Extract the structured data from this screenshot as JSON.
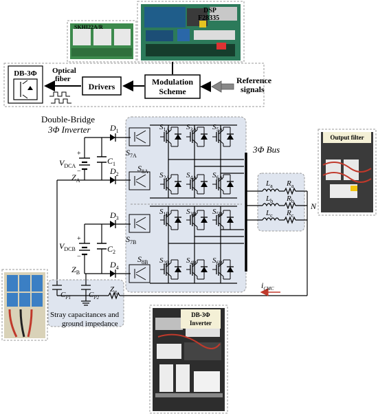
{
  "photos": {
    "dsp_label": "DSP",
    "dsp_model": "F28335",
    "driver_board_label": "SKHI22A/R",
    "output_filter_label": "Output filter",
    "inverter_photo_label_1": "DB-3Φ",
    "inverter_photo_label_2": "Inverter"
  },
  "control": {
    "db3phi_label": "DB-3Φ",
    "optical_fiber_line1": "Optical",
    "optical_fiber_line2": "fiber",
    "drivers_label": "Drivers",
    "modulation_line1": "Modulation",
    "modulation_line2": "Scheme",
    "reference_line1": "Reference",
    "reference_line2": "signals"
  },
  "circuit": {
    "title_line1": "Double-Bridge",
    "title_line2": "3Φ  Inverter",
    "bus_label": "3Φ Bus",
    "vdca": "V",
    "vdca_sub": "DCA",
    "vdcb": "V",
    "vdcb_sub": "DCB",
    "za": "Z",
    "za_sub": "A",
    "zb": "Z",
    "zb_sub": "B",
    "c1": "C",
    "c1_sub": "1",
    "c2": "C",
    "c2_sub": "2",
    "d1": "D",
    "d1_sub": "1",
    "d2": "D",
    "d2_sub": "2",
    "d3": "D",
    "d3_sub": "3",
    "d4": "D",
    "d4_sub": "4",
    "s7a": "S",
    "s7a_sub": "7A",
    "s8a": "S",
    "s8a_sub": "8A",
    "s7b": "S",
    "s7b_sub": "7B",
    "s8b": "S",
    "s8b_sub": "8B",
    "switches_top": [
      [
        "S",
        "1A"
      ],
      [
        "S",
        "3A"
      ],
      [
        "S",
        "5A"
      ]
    ],
    "switches_mid": [
      [
        "S",
        "2A"
      ],
      [
        "S",
        "4A"
      ],
      [
        "S",
        "6A"
      ]
    ],
    "switches_b_top": [
      [
        "S",
        "1B"
      ],
      [
        "S",
        "3B"
      ],
      [
        "S",
        "5B"
      ]
    ],
    "switches_b_bot": [
      [
        "S",
        "2B"
      ],
      [
        "S",
        "4B"
      ],
      [
        "S",
        "6B"
      ]
    ],
    "la": "L",
    "la_sub": "a",
    "lb": "L",
    "lb_sub": "b",
    "lc": "L",
    "lc_sub": "c",
    "ra": "R",
    "ra_sub": "a",
    "rb": "R",
    "rb_sub": "b",
    "rc": "R",
    "rc_sub": "c",
    "n_label": "N",
    "cp1": "C",
    "cp1_sub": "P1",
    "cp2": "C",
    "cp2_sub": "P2",
    "zg": "Z",
    "zg_sub": "g",
    "icmc": "i",
    "icmc_sub": "CMC",
    "stray_line1": "Stray capacitances and",
    "stray_line2": "ground impedance",
    "plus": "+",
    "minus": "−"
  }
}
